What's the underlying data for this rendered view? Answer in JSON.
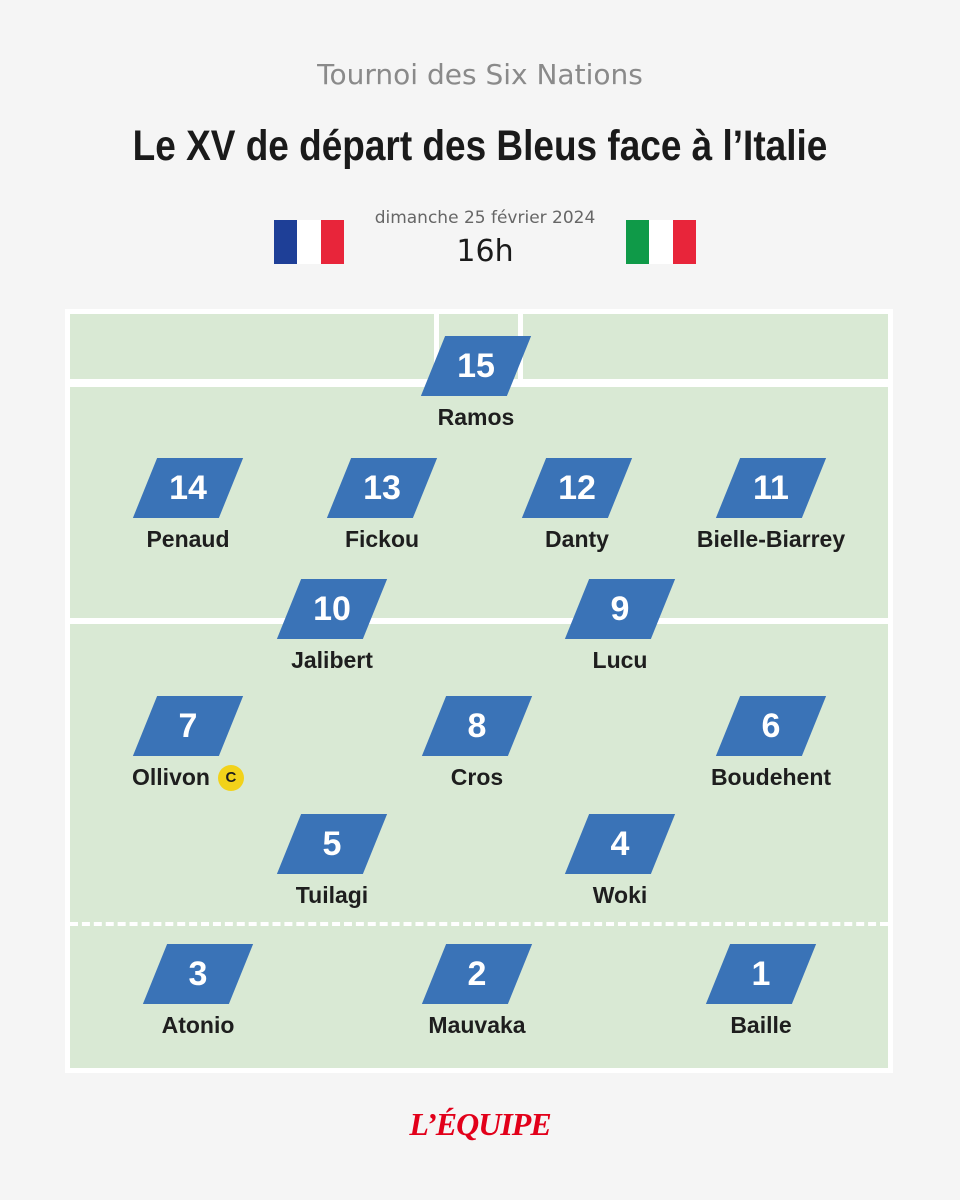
{
  "header": {
    "competition": "Tournoi des Six Nations",
    "title": "Le XV de départ des Bleus face à l’Italie"
  },
  "match": {
    "date": "dimanche 25 février 2024",
    "time": "16h",
    "home_flag": {
      "name": "france-flag-icon",
      "colors": [
        "#1e3f97",
        "#ffffff",
        "#e8253a"
      ]
    },
    "away_flag": {
      "name": "italy-flag-icon",
      "colors": [
        "#0f9a48",
        "#ffffff",
        "#e8253a"
      ]
    }
  },
  "colors": {
    "badge": "#3a73b7",
    "pitch": "#d9e9d4",
    "captain_badge": "#f2d21a",
    "brand": "#e2001a"
  },
  "players": {
    "p15": {
      "number": "15",
      "name": "Ramos"
    },
    "p14": {
      "number": "14",
      "name": "Penaud"
    },
    "p13": {
      "number": "13",
      "name": "Fickou"
    },
    "p12": {
      "number": "12",
      "name": "Danty"
    },
    "p11": {
      "number": "11",
      "name": "Bielle-Biarrey"
    },
    "p10": {
      "number": "10",
      "name": "Jalibert"
    },
    "p9": {
      "number": "9",
      "name": "Lucu"
    },
    "p7": {
      "number": "7",
      "name": "Ollivon",
      "captain": "C"
    },
    "p8": {
      "number": "8",
      "name": "Cros"
    },
    "p6": {
      "number": "6",
      "name": "Boudehent"
    },
    "p5": {
      "number": "5",
      "name": "Tuilagi"
    },
    "p4": {
      "number": "4",
      "name": "Woki"
    },
    "p3": {
      "number": "3",
      "name": "Atonio"
    },
    "p2": {
      "number": "2",
      "name": "Mauvaka"
    },
    "p1": {
      "number": "1",
      "name": "Baille"
    }
  },
  "footer": {
    "logo": "L’ÉQUIPE"
  }
}
